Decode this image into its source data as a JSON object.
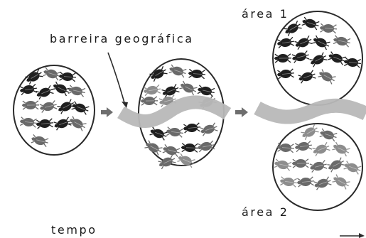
{
  "labels": {
    "barrier": "barreira geográfica",
    "area1": "área 1",
    "area2": "área 2",
    "time": "tempo"
  },
  "stages": [
    {
      "name": "population-initial",
      "beetles": 16
    },
    {
      "name": "population-divided",
      "beetles": 20
    },
    {
      "name": "population-area-1",
      "beetles": 15
    },
    {
      "name": "population-area-2",
      "beetles": 15
    }
  ],
  "colors": {
    "outline": "#2a2a2a",
    "barrier": "#b8b8b8",
    "arrow": "#6e6e6e",
    "beetle_dark": "#1f1f1f",
    "beetle_mid": "#6a6a6a",
    "beetle_light": "#8d8d8d",
    "text": "#1a1a1a"
  }
}
